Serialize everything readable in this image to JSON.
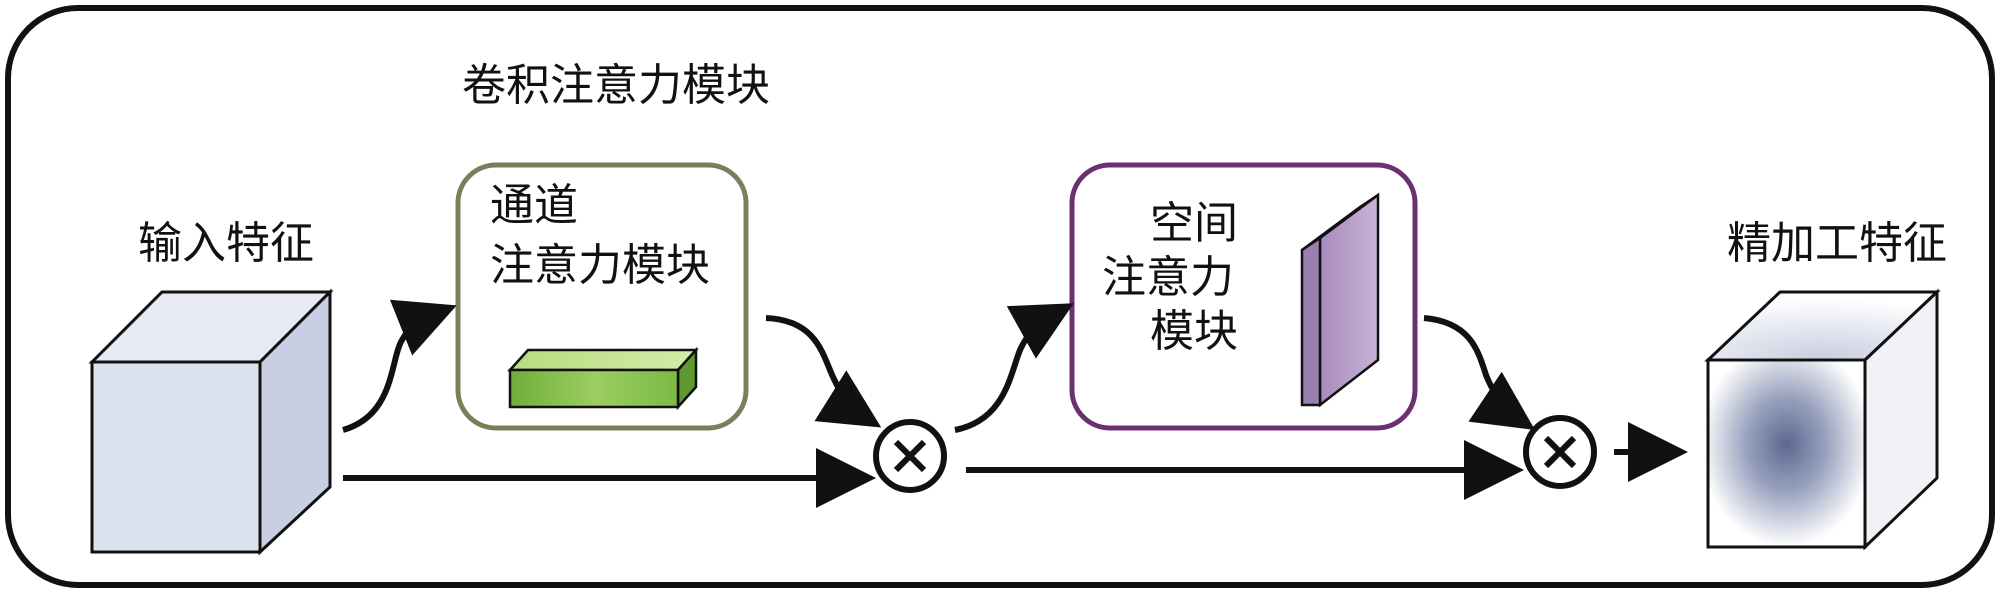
{
  "diagram": {
    "title": "卷积注意力模块",
    "input_label": "输入特征",
    "output_label": "精加工特征",
    "channel_module": {
      "line1": "通道",
      "line2": "注意力模块"
    },
    "spatial_module": {
      "line1": "空间",
      "line2": "注意力",
      "line3": "模块"
    },
    "operator_symbol": "⊗"
  },
  "colors": {
    "frame": "#111111",
    "channel_border": "#7d7d5a",
    "spatial_border": "#6b2f72",
    "cube_face": "#dde2ef",
    "channel_bar": "#8cc152",
    "spatial_plate": "#b297c2",
    "arrow": "#111111",
    "output_blur": "#5c6890"
  }
}
